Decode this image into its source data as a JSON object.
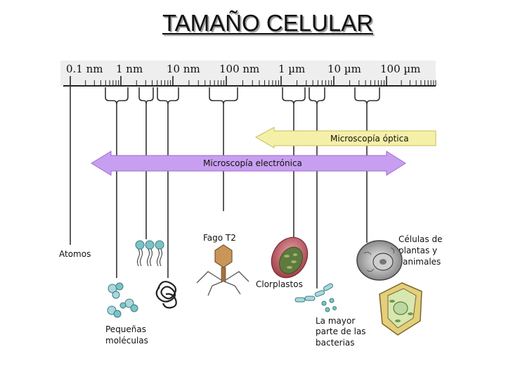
{
  "title": "TAMAÑO CELULAR",
  "scale": {
    "units": [
      "0.1 nm",
      "1 nm",
      "10 nm",
      "100 nm",
      "1 µm",
      "10 µm",
      "100 µm"
    ]
  },
  "bands": {
    "optical": "Microscopía óptica",
    "electron": "Microscopía electrónica"
  },
  "labels": {
    "atoms": "Atomos",
    "phage": "Fago T2",
    "cells_line1": "Células de",
    "cells_line2": "plantas y",
    "cells_line3": "animales",
    "chloroplasts": "Clorplastos",
    "molecules_line1": "Pequeñas",
    "molecules_line2": "moléculas",
    "bacteria_line1": "La mayor",
    "bacteria_line2": "parte de las",
    "bacteria_line3": "bacterias"
  },
  "colors": {
    "optical_band": "#f5f0a8",
    "electron_band": "#c89ff0",
    "ruler_bg": "#eeeeee"
  }
}
